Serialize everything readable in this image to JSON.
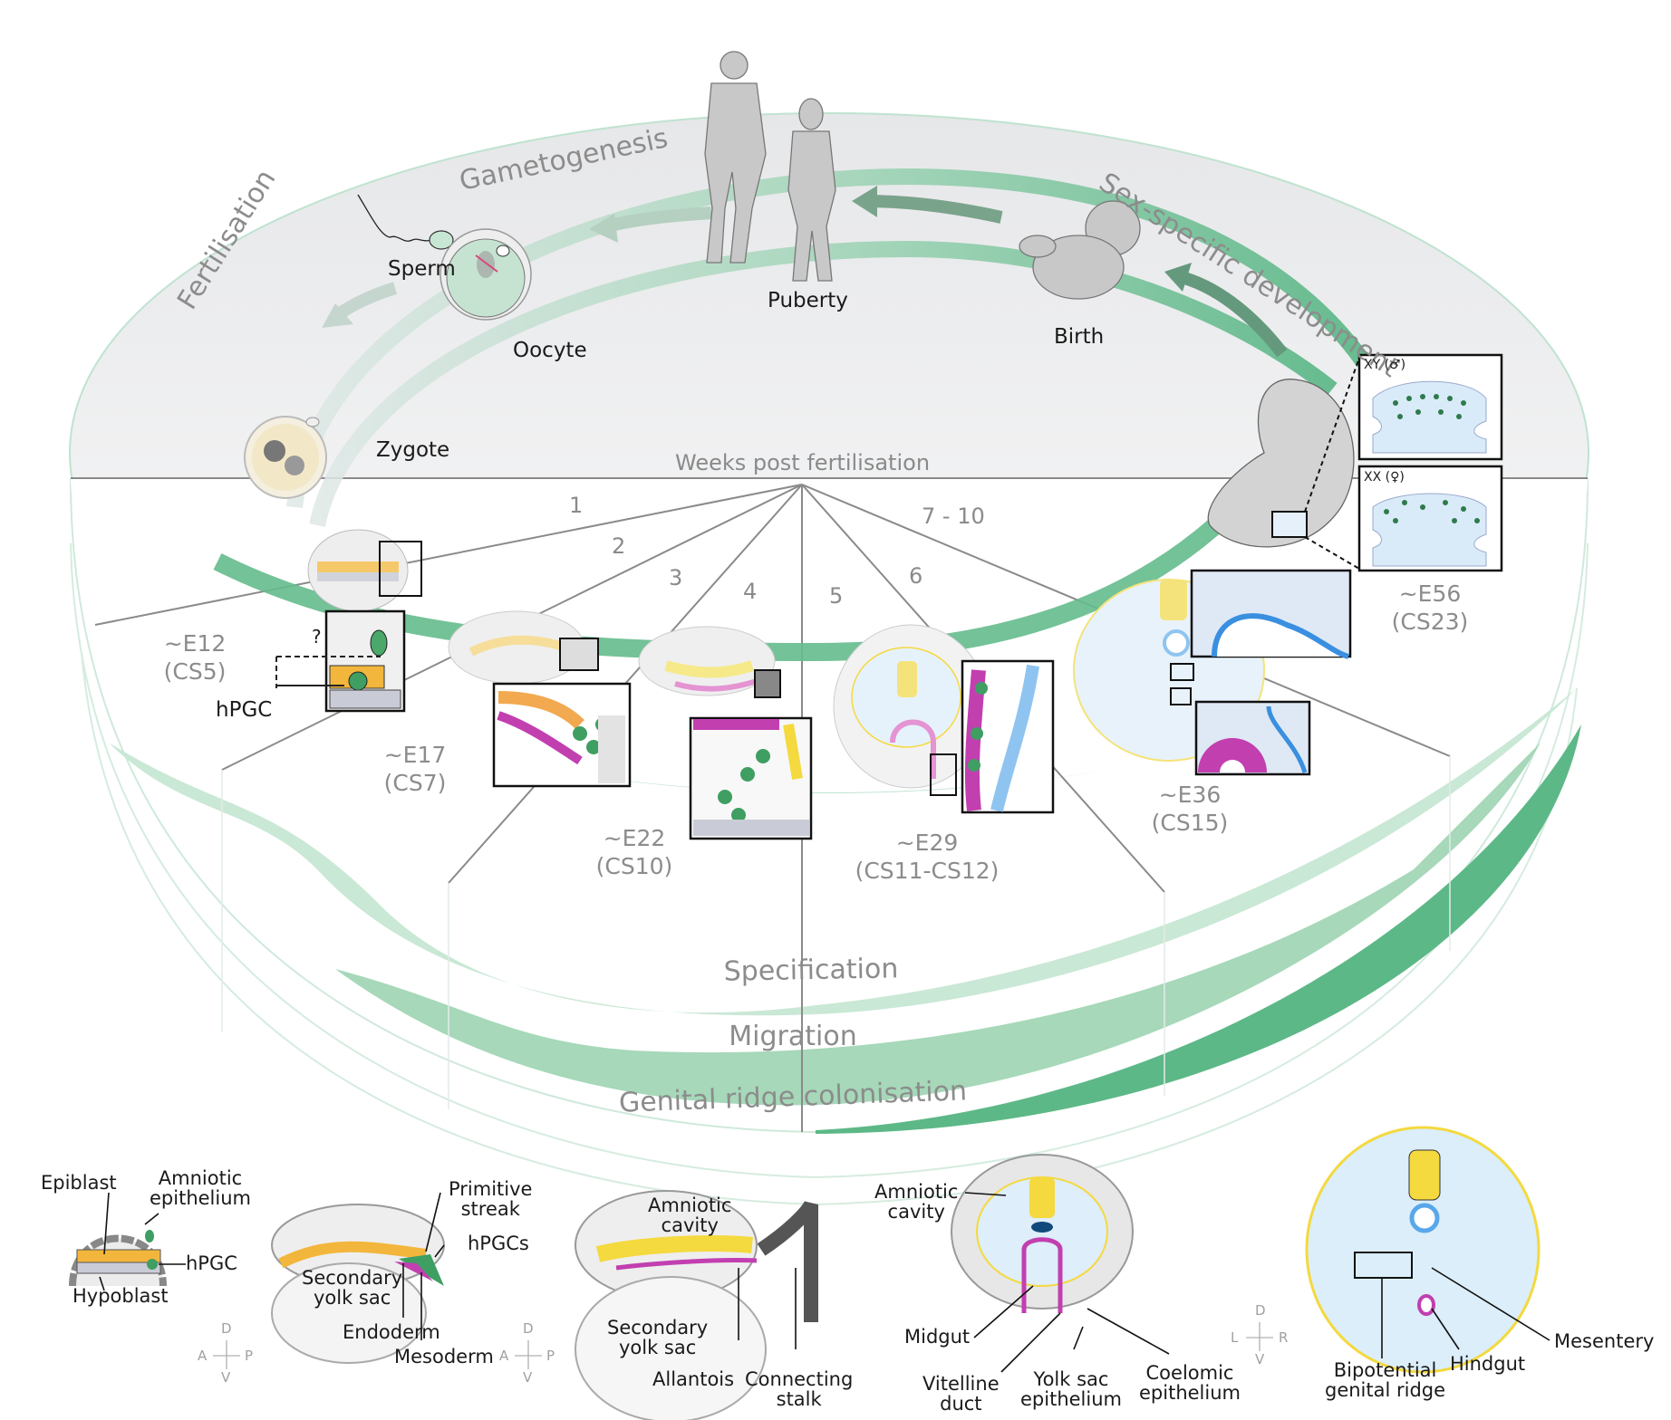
{
  "cycle": {
    "top_labels": {
      "gametogenesis": "Gametogenesis",
      "fertilisation": "Fertilisation",
      "sex_specific_development": "Sex-specific development"
    },
    "life_stages": {
      "sperm": "Sperm",
      "oocyte": "Oocyte",
      "zygote": "Zygote",
      "puberty": "Puberty",
      "birth": "Birth"
    },
    "timeline_title": "Weeks post fertilisation",
    "weeks": [
      "1",
      "2",
      "3",
      "4",
      "5",
      "6",
      "7 - 10"
    ],
    "embryo_stages": [
      {
        "day": "~E12",
        "cs": "(CS5)"
      },
      {
        "day": "~E17",
        "cs": "(CS7)"
      },
      {
        "day": "~E22",
        "cs": "(CS10)"
      },
      {
        "day": "~E29",
        "cs": "(CS11-CS12)"
      },
      {
        "day": "~E36",
        "cs": "(CS15)"
      },
      {
        "day": "~E56",
        "cs": "(CS23)"
      }
    ],
    "inset_labels": {
      "question": "?",
      "hpgc": "hPGC",
      "xy": "XY (♂)",
      "xx": "XX (♀)"
    },
    "processes": {
      "specification": "Specification",
      "migration": "Migration",
      "colonisation": "Genital ridge colonisation"
    },
    "colors": {
      "green_light": "#a3d6b8",
      "green_mid": "#6cc096",
      "green_dark": "#3fa36f",
      "arrow": "#7aa38c",
      "hpgc_green": "#3f9e62",
      "epiblast": "#f5b93f",
      "hypoblast": "#c9ccd6",
      "magenta": "#c23fb0",
      "neural_yellow": "#f4d93f",
      "mesoderm_blue": "#8fc4f0",
      "panel_grey": "#dadada"
    }
  },
  "bottom_panels": {
    "panel1": {
      "epiblast": "Epiblast",
      "amniotic_epithelium": "Amniotic\nepithelium",
      "hpgc": "hPGC",
      "hypoblast": "Hypoblast",
      "axes": {
        "up": "D",
        "down": "V",
        "left": "A",
        "right": "P"
      }
    },
    "panel2": {
      "primitive_streak": "Primitive\nstreak",
      "hpgcs": "hPGCs",
      "secondary_yolk_sac": "Secondary\nyolk sac",
      "endoderm": "Endoderm",
      "mesoderm": "Mesoderm",
      "axes": {
        "up": "D",
        "down": "V",
        "left": "A",
        "right": "P"
      }
    },
    "panel3": {
      "amniotic_cavity": "Amniotic\ncavity",
      "secondary_yolk_sac": "Secondary\nyolk sac",
      "allantois": "Allantois",
      "connecting_stalk": "Connecting\nstalk"
    },
    "panel4": {
      "amniotic_cavity": "Amniotic\ncavity",
      "midgut": "Midgut",
      "vitelline_duct": "Vitelline\nduct",
      "yolk_sac_epithelium": "Yolk sac\nepithelium",
      "coelomic_epithelium": "Coelomic\nepithelium",
      "axes": {
        "up": "D",
        "down": "V",
        "left": "L",
        "right": "R"
      }
    },
    "panel5": {
      "mesentery": "Mesentery",
      "hindgut": "Hindgut",
      "bipotential_genital_ridge": "Bipotential\ngenital ridge"
    }
  }
}
